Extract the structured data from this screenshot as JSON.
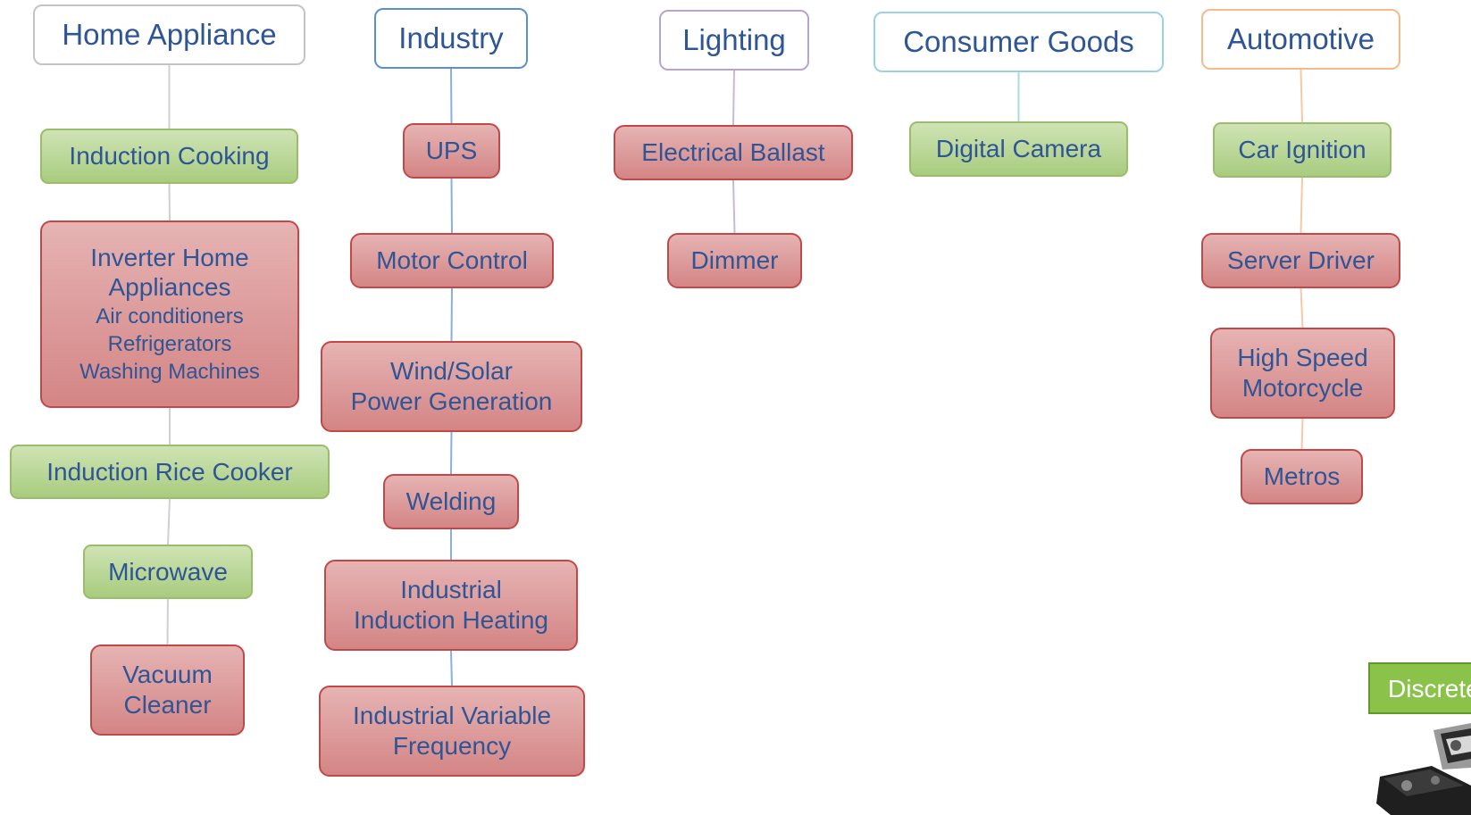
{
  "categories": [
    {
      "key": "home",
      "title": "Home Appliance",
      "color": "#c4c4c4",
      "line": "#d0d0d0",
      "items": [
        {
          "type": "green",
          "lines": [
            "Induction Cooking"
          ]
        },
        {
          "type": "red",
          "lines": [
            "Inverter Home",
            "Appliances"
          ],
          "sub": [
            "Air conditioners",
            "Refrigerators",
            "Washing Machines"
          ]
        },
        {
          "type": "green",
          "lines": [
            "Induction Rice Cooker"
          ]
        },
        {
          "type": "green",
          "lines": [
            "Microwave"
          ]
        },
        {
          "type": "red",
          "lines": [
            "Vacuum",
            "Cleaner"
          ]
        }
      ]
    },
    {
      "key": "industry",
      "title": "Industry",
      "color": "#5b8fd4",
      "line": "#8aaee0",
      "items": [
        {
          "type": "red",
          "lines": [
            "UPS"
          ]
        },
        {
          "type": "red",
          "lines": [
            "Motor Control"
          ]
        },
        {
          "type": "red",
          "lines": [
            "Wind/Solar",
            "Power Generation"
          ]
        },
        {
          "type": "red",
          "lines": [
            "Welding"
          ]
        },
        {
          "type": "red",
          "lines": [
            "Industrial",
            "Induction Heating"
          ]
        },
        {
          "type": "red",
          "lines": [
            "Industrial Variable",
            "Frequency"
          ]
        }
      ]
    },
    {
      "key": "lighting",
      "title": "Lighting",
      "color": "#b9a3cf",
      "line": "#c9b8da",
      "items": [
        {
          "type": "red",
          "lines": [
            "Electrical Ballast"
          ]
        },
        {
          "type": "red",
          "lines": [
            "Dimmer"
          ]
        }
      ]
    },
    {
      "key": "consumer",
      "title": "Consumer Goods",
      "color": "#9bd2e3",
      "line": "#a9d8e6",
      "items": [
        {
          "type": "green",
          "lines": [
            "Digital Camera"
          ]
        }
      ]
    },
    {
      "key": "automotive",
      "title": "Automotive",
      "color": "#f6b98a",
      "line": "#f5c9a5",
      "items": [
        {
          "type": "green",
          "lines": [
            "Car Ignition"
          ]
        },
        {
          "type": "red",
          "lines": [
            "Server Driver"
          ]
        },
        {
          "type": "red",
          "lines": [
            "High Speed",
            "Motorcycle"
          ]
        },
        {
          "type": "red",
          "lines": [
            "Metros"
          ]
        }
      ]
    }
  ],
  "discrete_label": "Discrete"
}
